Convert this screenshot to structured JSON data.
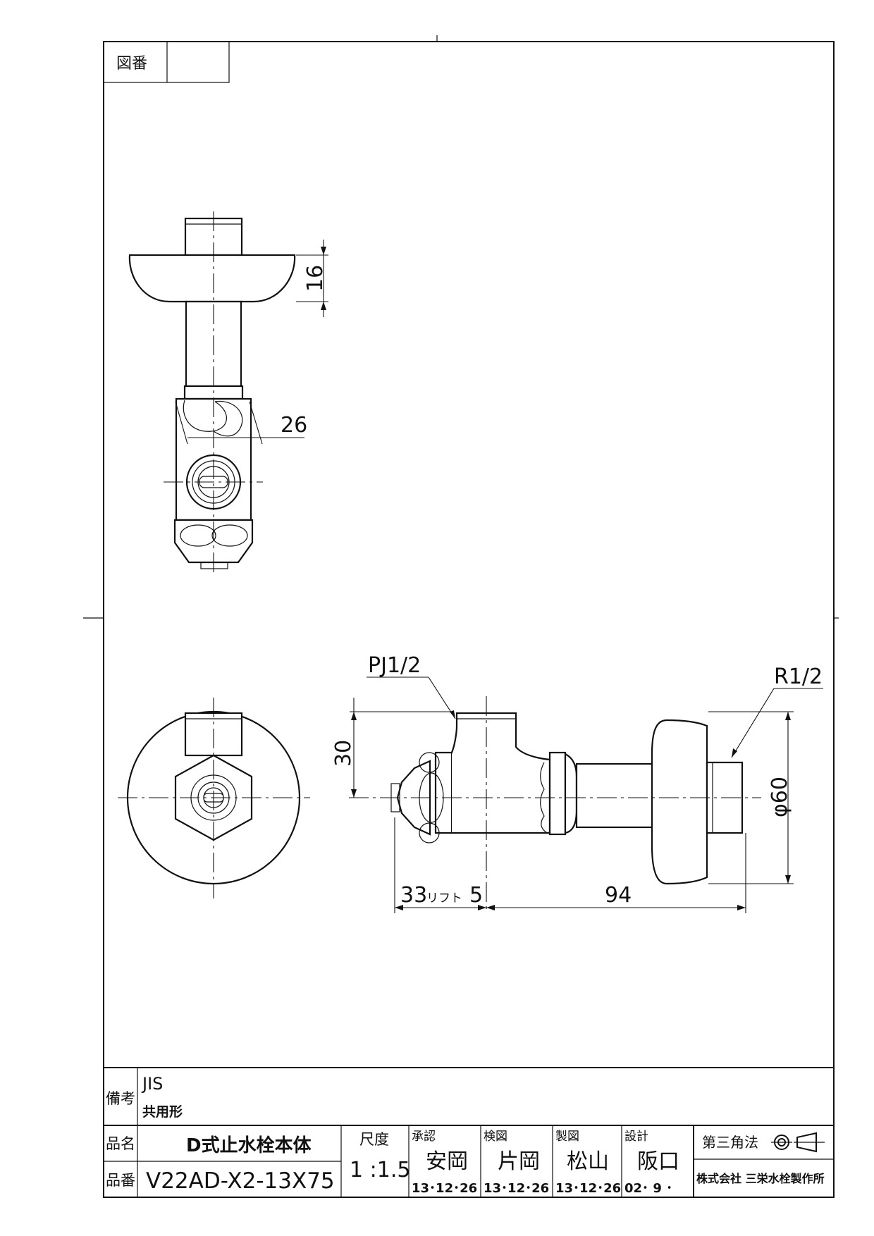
{
  "header": {
    "drawing_number_label": "図番",
    "drawing_number_value": ""
  },
  "dimensions": {
    "flange_thickness": "16",
    "hex_width": "26",
    "height": "30",
    "inlet_thread": "PJ1/2",
    "outlet_thread": "R1/2",
    "flange_diameter": "φ60",
    "left_length": "33",
    "lift_label": "リフト",
    "lift_value": "5",
    "right_length": "94"
  },
  "notes": {
    "label": "備考",
    "line1": "JIS",
    "line2": "共用形"
  },
  "title_block": {
    "product_name_label": "品名",
    "product_name": "D式止水栓本体",
    "product_number_label": "品番",
    "product_number": "V22AD-X2-13X75",
    "scale_label": "尺度",
    "scale": "1 :1.5",
    "approved_label": "承認",
    "approved_by": "安岡",
    "approved_date": "13･12･26",
    "checked_label": "検図",
    "checked_by": "片岡",
    "checked_date": "13･12･26",
    "drawn_label": "製図",
    "drawn_by": "松山",
    "drawn_date": "13･12･26",
    "designed_label": "設計",
    "designed_by": "阪口",
    "designed_date": "02･ 9 ･",
    "projection_label": "第三角法",
    "company": "株式会社 三栄水栓製作所"
  }
}
